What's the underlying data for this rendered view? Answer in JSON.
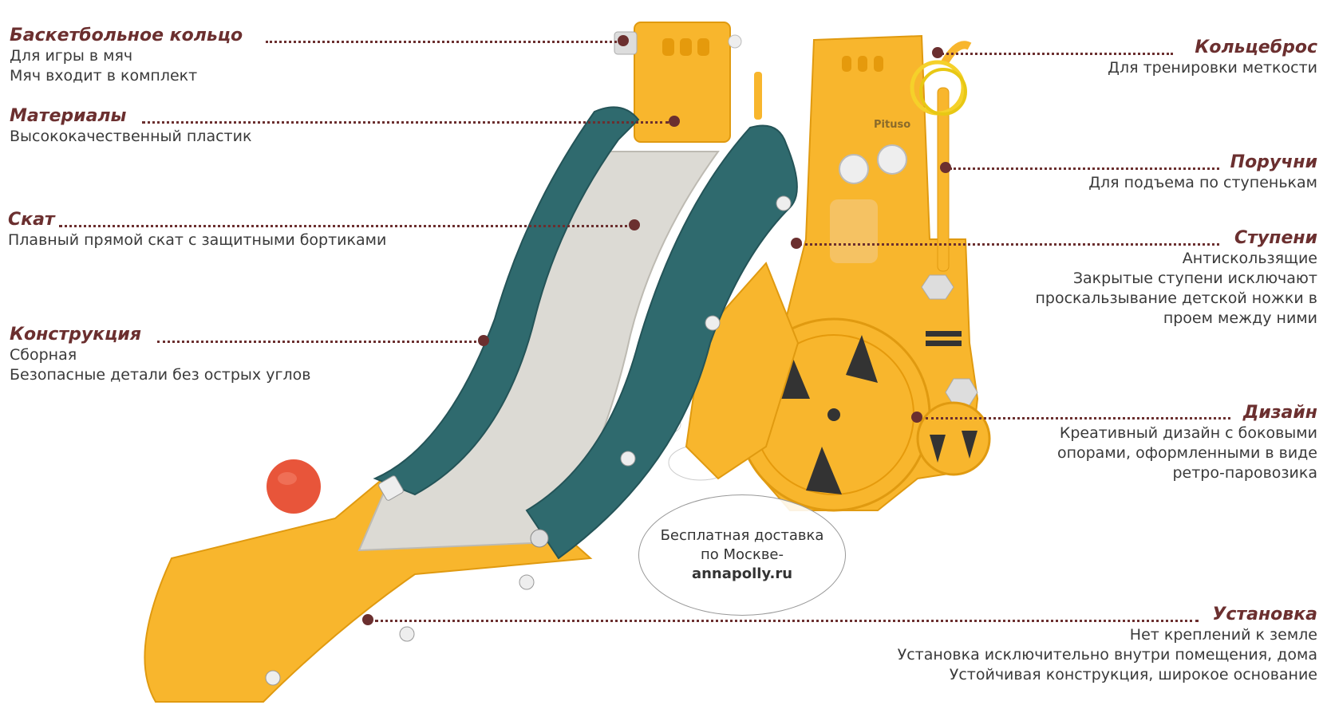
{
  "callouts_left": [
    {
      "title": "Баскетбольное кольцо",
      "lines": [
        "Для игры в мяч",
        "Мяч входит в комплект"
      ]
    },
    {
      "title": "Материалы",
      "lines": [
        "Высококачественный пластик"
      ]
    },
    {
      "title": "Скат",
      "lines": [
        "Плавный прямой скат с защитными бортиками"
      ]
    },
    {
      "title": "Конструкция",
      "lines": [
        "Сборная",
        "Безопасные детали без острых углов"
      ]
    }
  ],
  "callouts_right": [
    {
      "title": "Кольцеброс",
      "lines": [
        "Для тренировки меткости"
      ]
    },
    {
      "title": "Поручни",
      "lines": [
        "Для подъема по ступенькам"
      ]
    },
    {
      "title": "Ступени",
      "lines": [
        "Антискользящие",
        "Закрытые ступени исключают",
        "проскальзывание детской ножки в",
        "проем между ними"
      ]
    },
    {
      "title": "Дизайн",
      "lines": [
        "Креативный дизайн с боковыми",
        "опорами, оформленными в виде",
        "ретро-паровозика"
      ]
    },
    {
      "title": "Установка",
      "lines": [
        "Нет креплений к земле",
        "Установка исключительно внутри помещения, дома",
        "Устойчивая конструкция, широкое основание"
      ]
    }
  ],
  "delivery": {
    "line1": "Бесплатная доставка",
    "line2": "по Москве-",
    "site": "annapolly.ru"
  },
  "brand_logo": "Pituso",
  "colors": {
    "accent": "#6b2f2f",
    "slide_orange": "#f8b62d",
    "slide_teal": "#2f6a6e",
    "slide_bed": "#dcdad4",
    "ball": "#e8553a"
  }
}
